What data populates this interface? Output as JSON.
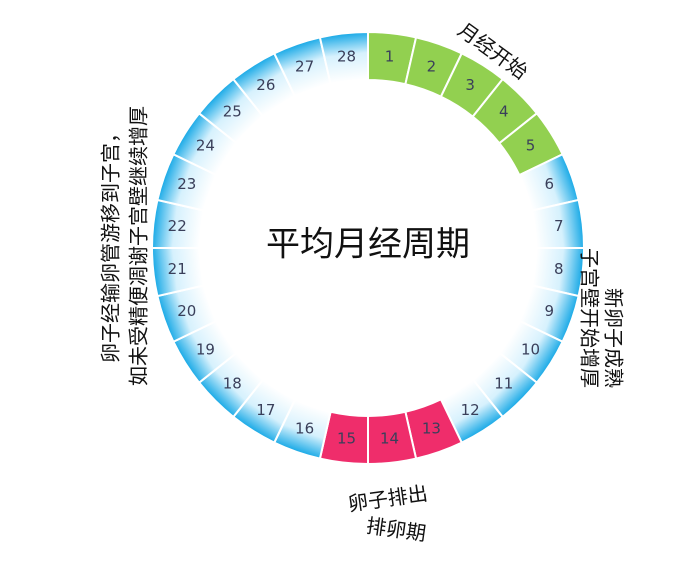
{
  "title": "平均月经周期",
  "cycle": {
    "days": [
      "1",
      "2",
      "3",
      "4",
      "5",
      "6",
      "7",
      "8",
      "9",
      "10",
      "11",
      "12",
      "13",
      "14",
      "15",
      "16",
      "17",
      "18",
      "19",
      "20",
      "21",
      "22",
      "23",
      "24",
      "25",
      "26",
      "27",
      "28"
    ],
    "menstruation_days": [
      1,
      2,
      3,
      4,
      5
    ],
    "ovulation_days": [
      13,
      14,
      15
    ],
    "colors": {
      "menstruation": "#92d050",
      "ovulation": "#ef2d6b",
      "normal_outer": "#15a8e6",
      "normal_inner": "#ffffff",
      "text": "#3a3f5a"
    }
  },
  "annotations": {
    "menstruation_start": "月经开始",
    "follicle_line1": "新卵子成熟",
    "follicle_line2": "子宫壁开始增厚",
    "ovulation_line1": "卵子排出",
    "ovulation_line2": "排卵期",
    "luteal_line1": "卵子经输卵管游移到子宫，",
    "luteal_line2": "如未受精便凋谢子宫壁继续增厚"
  }
}
